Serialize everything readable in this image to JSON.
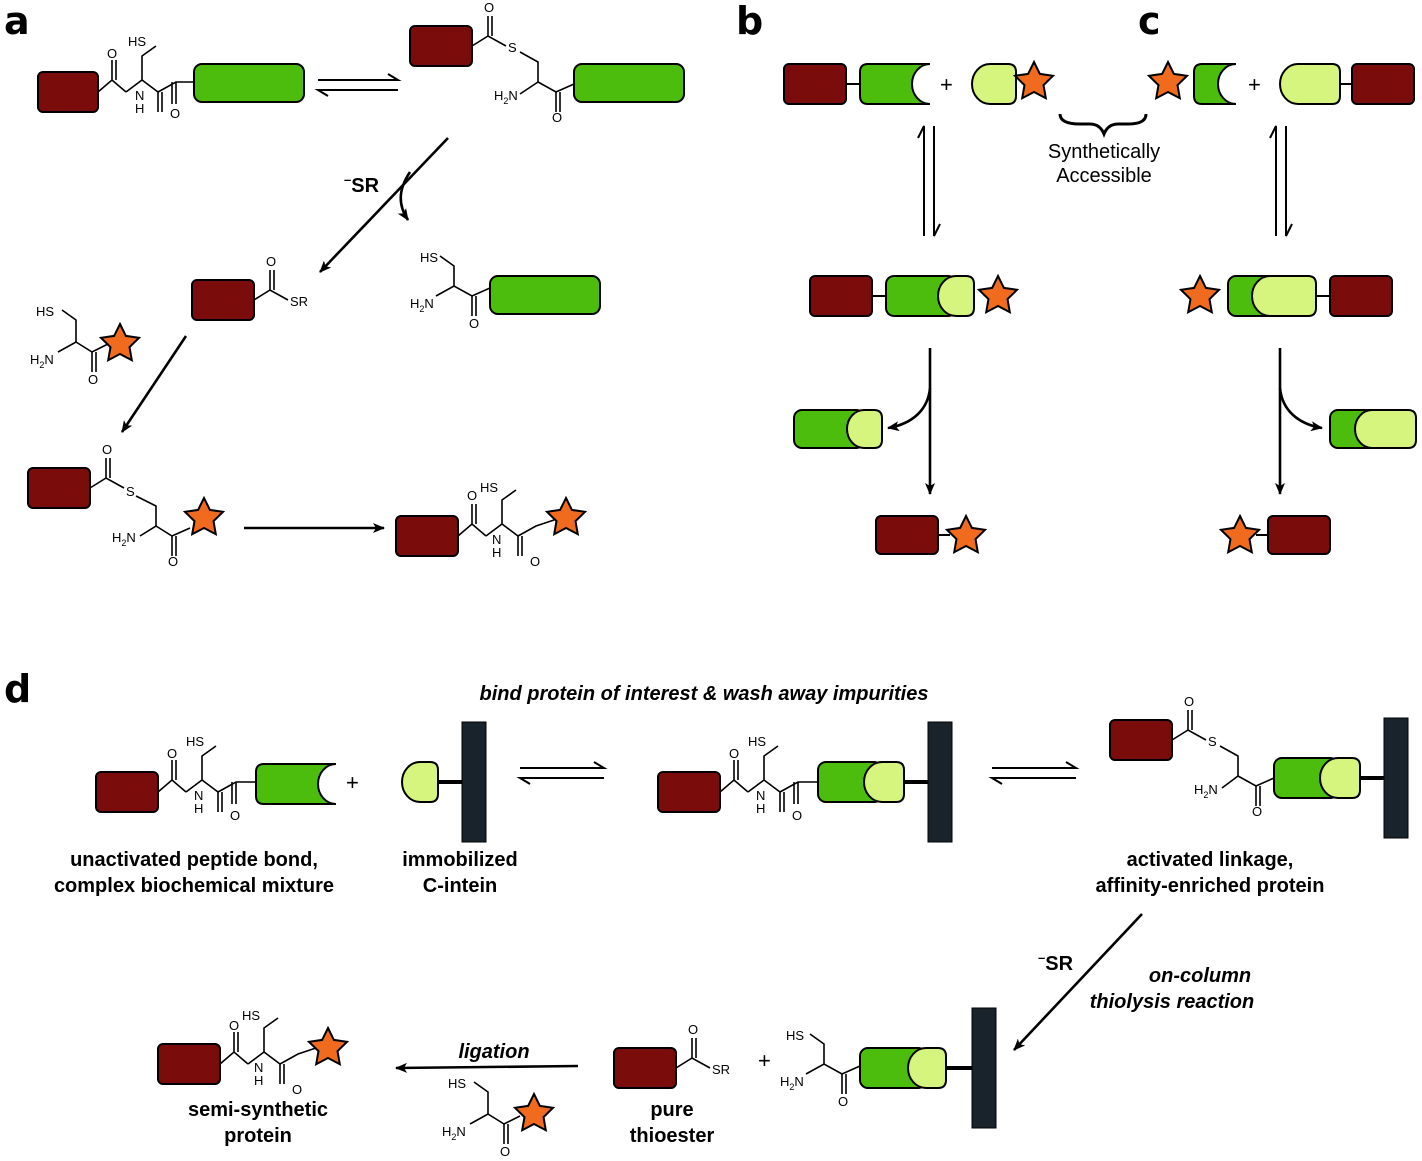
{
  "panels": {
    "a": "a",
    "b": "b",
    "c": "c",
    "d": "d"
  },
  "reagents": {
    "thiolate": "SR",
    "thiolate_minus": "–"
  },
  "atoms": {
    "HS": "HS",
    "S": "S",
    "SR": "SR",
    "O": "O",
    "N": "N",
    "H": "H",
    "H2N_H": "H",
    "H2N_2": "2",
    "H2N_N": "N"
  },
  "panel_a": {},
  "panel_bc": {
    "synthetically": "Synthetically",
    "accessible": "Accessible",
    "plus": "+"
  },
  "panel_d": {
    "top_note": "bind protein of interest & wash away impurities",
    "unactivated_line1": "unactivated peptide bond,",
    "unactivated_line2": "complex biochemical mixture",
    "immobilized_line1": "immobilized",
    "immobilized_line2": "C-intein",
    "activated_line1": "activated linkage,",
    "activated_line2": "affinity-enriched protein",
    "thiolysis_line1": "on-column",
    "thiolysis_line2": "thiolysis reaction",
    "ligation": "ligation",
    "pure_line1": "pure",
    "pure_line2": "thioester",
    "semi_line1": "semi-synthetic",
    "semi_line2": "protein",
    "plus": "+"
  },
  "colors": {
    "red_domain": "#7b0c0c",
    "green_intein": "#4cbd0c",
    "lightgreen_intein": "#d5f57e",
    "star_cargo": "#f06b1e",
    "resin": "#18232c"
  }
}
